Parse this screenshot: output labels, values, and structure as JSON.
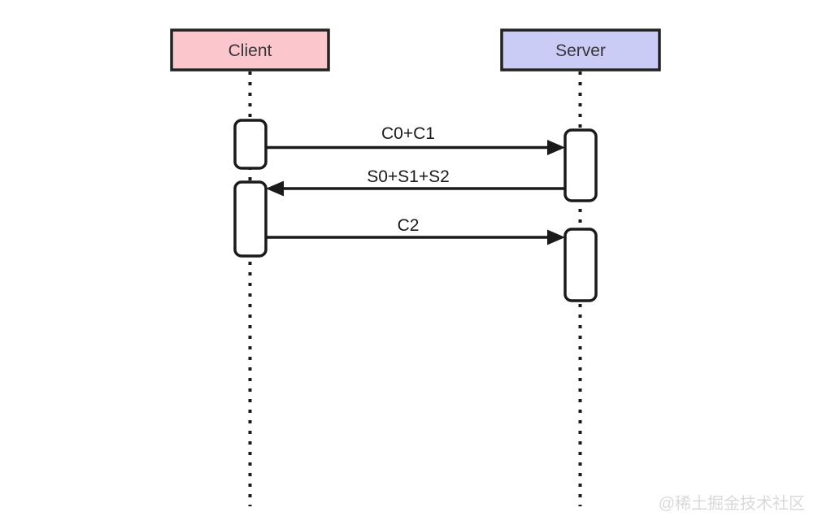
{
  "diagram": {
    "type": "sequence-diagram",
    "background_color": "#ffffff",
    "line_color": "#1a1a1a",
    "actors": [
      {
        "id": "client",
        "label": "Client",
        "fill": "#fbc7cc",
        "border": "#222222"
      },
      {
        "id": "server",
        "label": "Server",
        "fill": "#cbccf5",
        "border": "#222222"
      }
    ],
    "messages": [
      {
        "index": 1,
        "label": "C0+C1",
        "from": "client",
        "to": "server",
        "direction": "right"
      },
      {
        "index": 2,
        "label": "S0+S1+S2",
        "from": "server",
        "to": "client",
        "direction": "left"
      },
      {
        "index": 3,
        "label": "C2",
        "from": "client",
        "to": "server",
        "direction": "right"
      }
    ],
    "activation_fill": "#ffffff",
    "watermark": "@稀土掘金技术社区",
    "watermark_color": "#d9d9d9"
  }
}
